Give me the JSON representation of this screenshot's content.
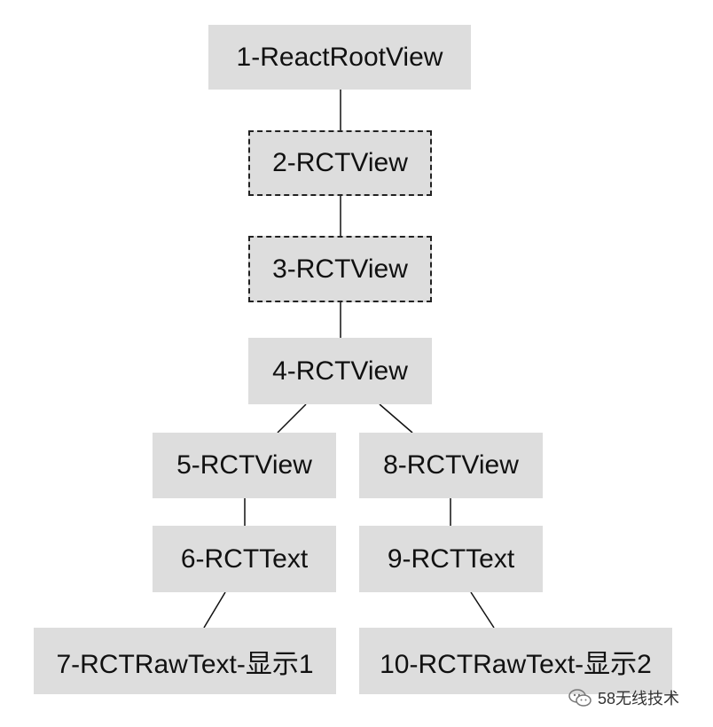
{
  "diagram": {
    "nodes": [
      {
        "id": "n1",
        "label": "1-ReactRootView",
        "style": "solid"
      },
      {
        "id": "n2",
        "label": "2-RCTView",
        "style": "dashed"
      },
      {
        "id": "n3",
        "label": "3-RCTView",
        "style": "dashed"
      },
      {
        "id": "n4",
        "label": "4-RCTView",
        "style": "solid"
      },
      {
        "id": "n5",
        "label": "5-RCTView",
        "style": "solid"
      },
      {
        "id": "n6",
        "label": "6-RCTText",
        "style": "solid"
      },
      {
        "id": "n7",
        "label": "7-RCTRawText-显示1",
        "style": "solid"
      },
      {
        "id": "n8",
        "label": "8-RCTView",
        "style": "solid"
      },
      {
        "id": "n9",
        "label": "9-RCTText",
        "style": "solid"
      },
      {
        "id": "n10",
        "label": "10-RCTRawText-显示2",
        "style": "solid"
      }
    ],
    "edges": [
      [
        "n1",
        "n2"
      ],
      [
        "n2",
        "n3"
      ],
      [
        "n3",
        "n4"
      ],
      [
        "n4",
        "n5"
      ],
      [
        "n4",
        "n8"
      ],
      [
        "n5",
        "n6"
      ],
      [
        "n6",
        "n7"
      ],
      [
        "n8",
        "n9"
      ],
      [
        "n9",
        "n10"
      ]
    ],
    "colors": {
      "node_fill": "#dddddd",
      "line": "#111111",
      "text": "#111111"
    }
  },
  "watermark": {
    "text": "58无线技术",
    "icon": "wechat-icon"
  }
}
